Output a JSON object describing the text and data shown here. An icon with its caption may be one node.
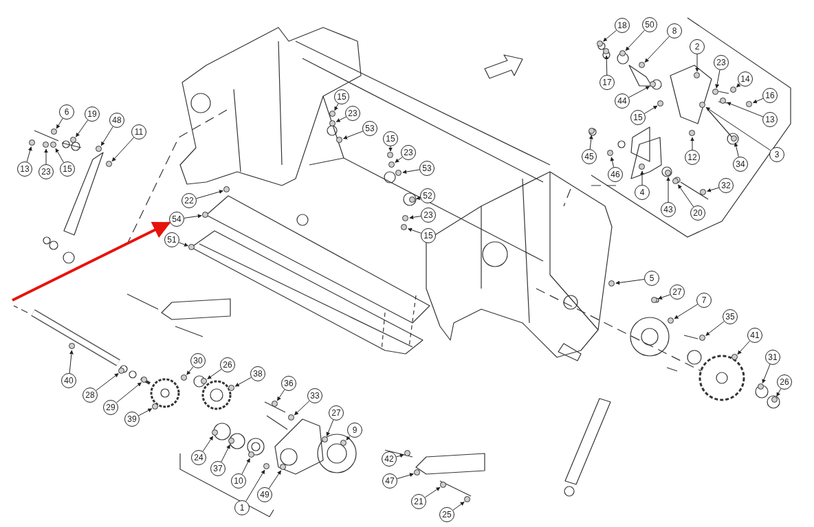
{
  "diagram": {
    "nodes": [
      {
        "text": [
          "18"
        ]
      },
      {
        "text": [
          "50"
        ]
      },
      {
        "text": [
          "8"
        ]
      },
      {
        "text": [
          "2"
        ]
      },
      {
        "text": [
          "23"
        ]
      },
      {
        "text": [
          "14"
        ]
      },
      {
        "text": [
          "16"
        ]
      },
      {
        "text": [
          "17"
        ]
      },
      {
        "text": [
          "44"
        ]
      },
      {
        "text": [
          "15"
        ]
      },
      {
        "text": [
          "13"
        ]
      },
      {
        "text": [
          "3"
        ]
      },
      {
        "text": [
          "45"
        ]
      },
      {
        "text": [
          "46"
        ]
      },
      {
        "text": [
          "4"
        ]
      },
      {
        "text": [
          "12"
        ]
      },
      {
        "text": [
          "34"
        ]
      },
      {
        "text": [
          "43"
        ]
      },
      {
        "text": [
          "20"
        ]
      },
      {
        "text": [
          "32"
        ]
      },
      {
        "text": [
          "6"
        ]
      },
      {
        "text": [
          "19"
        ]
      },
      {
        "text": [
          "48"
        ]
      },
      {
        "text": [
          "11"
        ]
      },
      {
        "text": [
          "13"
        ]
      },
      {
        "text": [
          "23"
        ]
      },
      {
        "text": [
          "15"
        ]
      },
      {
        "text": [
          "15"
        ]
      },
      {
        "text": [
          "23"
        ]
      },
      {
        "text": [
          "53"
        ]
      },
      {
        "text": [
          "15"
        ]
      },
      {
        "text": [
          "23"
        ]
      },
      {
        "text": [
          "53"
        ]
      },
      {
        "text": [
          "52"
        ]
      },
      {
        "text": [
          "23"
        ]
      },
      {
        "text": [
          "15"
        ]
      },
      {
        "text": [
          "22"
        ]
      },
      {
        "text": [
          "54"
        ]
      },
      {
        "text": [
          "51"
        ]
      },
      {
        "text": [
          "5"
        ]
      },
      {
        "text": [
          "27"
        ]
      },
      {
        "text": [
          "7"
        ]
      },
      {
        "text": [
          "35"
        ]
      },
      {
        "text": [
          "41"
        ]
      },
      {
        "text": [
          "31"
        ]
      },
      {
        "text": [
          "26"
        ]
      },
      {
        "text": [
          "40"
        ]
      },
      {
        "text": [
          "30"
        ]
      },
      {
        "text": [
          "26"
        ]
      },
      {
        "text": [
          "38"
        ]
      },
      {
        "text": [
          "28"
        ]
      },
      {
        "text": [
          "29"
        ]
      },
      {
        "text": [
          "39"
        ]
      },
      {
        "text": [
          "36"
        ]
      },
      {
        "text": [
          "33"
        ]
      },
      {
        "text": [
          "27"
        ]
      },
      {
        "text": [
          "9"
        ]
      },
      {
        "text": [
          "24"
        ]
      },
      {
        "text": [
          "37"
        ]
      },
      {
        "text": [
          "42"
        ]
      },
      {
        "text": [
          "10"
        ]
      },
      {
        "text": [
          "49"
        ]
      },
      {
        "text": [
          "47"
        ]
      },
      {
        "text": [
          "21"
        ]
      },
      {
        "text": [
          "1"
        ]
      },
      {
        "text": [
          "25"
        ]
      },
      {
        "text": [],
        "shape": "circle"
      },
      {
        "text": [],
        "shape": "circle"
      },
      {
        "text": [],
        "shape": "circle"
      },
      {
        "text": [],
        "shape": "circle"
      },
      {
        "text": [],
        "shape": "circle"
      },
      {
        "text": [],
        "shape": "circle"
      },
      {
        "text": [],
        "shape": "circle"
      },
      {
        "text": [],
        "shape": "circle"
      },
      {
        "text": [],
        "shape": "circle"
      },
      {
        "text": [],
        "shape": "circle"
      },
      {
        "text": [],
        "shape": "circle"
      },
      {
        "text": [],
        "shape": "circle"
      },
      {
        "text": [],
        "shape": "circle"
      },
      {
        "text": [],
        "shape": "circle"
      },
      {
        "text": [],
        "shape": "circle"
      },
      {
        "text": [],
        "shape": "circle"
      },
      {
        "text": [],
        "shape": "circle"
      },
      {
        "text": [],
        "shape": "circle"
      },
      {
        "text": [],
        "shape": "circle"
      },
      {
        "text": [],
        "shape": "circle"
      },
      {
        "text": [],
        "shape": "circle"
      },
      {
        "text": [],
        "shape": "circle"
      },
      {
        "text": [],
        "shape": "circle"
      },
      {
        "text": [],
        "shape": "circle"
      },
      {
        "text": [],
        "shape": "circle"
      },
      {
        "text": [],
        "shape": "circle"
      },
      {
        "text": [],
        "shape": "circle"
      },
      {
        "text": [],
        "shape": "circle"
      },
      {
        "text": [],
        "shape": "circle"
      },
      {
        "text": [],
        "shape": "circle"
      },
      {
        "text": [],
        "shape": "circle"
      },
      {
        "text": [],
        "shape": "circle"
      },
      {
        "text": [],
        "shape": "circle"
      },
      {
        "text": [],
        "shape": "circle"
      },
      {
        "text": [],
        "shape": "circle"
      },
      {
        "text": [],
        "shape": "circle"
      },
      {
        "text": [],
        "shape": "circle"
      },
      {
        "text": [],
        "shape": "circle"
      },
      {
        "text": [],
        "shape": "circle"
      },
      {
        "text": [],
        "shape": "circle"
      },
      {
        "text": [],
        "shape": "circle"
      },
      {
        "text": [],
        "shape": "circle"
      },
      {
        "text": [],
        "shape": "circle"
      },
      {
        "text": [],
        "shape": "circle"
      },
      {
        "text": [],
        "shape": "circle"
      },
      {
        "text": [],
        "shape": "circle"
      },
      {
        "text": [],
        "shape": "circle"
      },
      {
        "text": [],
        "shape": "circle"
      },
      {
        "text": [],
        "shape": "circle"
      },
      {
        "text": [],
        "shape": "circle"
      },
      {
        "text": [],
        "shape": "circle"
      },
      {
        "text": [],
        "shape": "circle"
      },
      {
        "text": [],
        "shape": "circle"
      },
      {
        "text": [],
        "shape": "circle"
      },
      {
        "text": [],
        "shape": "circle"
      },
      {
        "text": [],
        "shape": "circle"
      },
      {
        "text": [],
        "shape": "circle"
      },
      {
        "text": [],
        "shape": "circle"
      },
      {
        "text": [],
        "shape": "circle"
      },
      {
        "text": [],
        "shape": "circle"
      },
      {
        "text": [],
        "shape": "circle"
      },
      {
        "text": [],
        "shape": "circle"
      },
      {
        "text": [],
        "shape": "circle"
      },
      {
        "text": [],
        "shape": "circle"
      },
      {
        "text": [],
        "shape": "circle"
      },
      {
        "text": [],
        "shape": "circle"
      }
    ],
    "edges": [
      {
        "from": 0,
        "to": 66,
        "arrow": "to"
      },
      {
        "from": 1,
        "to": 67,
        "arrow": "to"
      },
      {
        "from": 2,
        "to": 68,
        "arrow": "to"
      },
      {
        "from": 3,
        "to": 69,
        "arrow": "to"
      },
      {
        "from": 4,
        "to": 70,
        "arrow": "to"
      },
      {
        "from": 5,
        "to": 71,
        "arrow": "to"
      },
      {
        "from": 6,
        "to": 72,
        "arrow": "to"
      },
      {
        "from": 7,
        "to": 73,
        "arrow": "to"
      },
      {
        "from": 8,
        "to": 74,
        "arrow": "to"
      },
      {
        "from": 9,
        "to": 75,
        "arrow": "to"
      },
      {
        "from": 10,
        "to": 76,
        "arrow": "to"
      },
      {
        "from": 11,
        "to": 77,
        "arrow": "to"
      },
      {
        "from": 12,
        "to": 78,
        "arrow": "to"
      },
      {
        "from": 13,
        "to": 79,
        "arrow": "to"
      },
      {
        "from": 14,
        "to": 80,
        "arrow": "to"
      },
      {
        "from": 15,
        "to": 81,
        "arrow": "to"
      },
      {
        "from": 16,
        "to": 82,
        "arrow": "to"
      },
      {
        "from": 17,
        "to": 83,
        "arrow": "to"
      },
      {
        "from": 18,
        "to": 84,
        "arrow": "to"
      },
      {
        "from": 19,
        "to": 85,
        "arrow": "to"
      },
      {
        "from": 20,
        "to": 86,
        "arrow": "to"
      },
      {
        "from": 21,
        "to": 87,
        "arrow": "to"
      },
      {
        "from": 22,
        "to": 88,
        "arrow": "to"
      },
      {
        "from": 23,
        "to": 89,
        "arrow": "to"
      },
      {
        "from": 24,
        "to": 90,
        "arrow": "to"
      },
      {
        "from": 25,
        "to": 91,
        "arrow": "to"
      },
      {
        "from": 26,
        "to": 92,
        "arrow": "to"
      },
      {
        "from": 27,
        "to": 93,
        "arrow": "to"
      },
      {
        "from": 28,
        "to": 94,
        "arrow": "to"
      },
      {
        "from": 29,
        "to": 95,
        "arrow": "to"
      },
      {
        "from": 30,
        "to": 96,
        "arrow": "to"
      },
      {
        "from": 31,
        "to": 97,
        "arrow": "to"
      },
      {
        "from": 32,
        "to": 98,
        "arrow": "to"
      },
      {
        "from": 33,
        "to": 99,
        "arrow": "to"
      },
      {
        "from": 34,
        "to": 100,
        "arrow": "to"
      },
      {
        "from": 35,
        "to": 101,
        "arrow": "to"
      },
      {
        "from": 36,
        "to": 102,
        "arrow": "to"
      },
      {
        "from": 37,
        "to": 103,
        "arrow": "to"
      },
      {
        "from": 38,
        "to": 104,
        "arrow": "to"
      },
      {
        "from": 39,
        "to": 105,
        "arrow": "to"
      },
      {
        "from": 40,
        "to": 106,
        "arrow": "to"
      },
      {
        "from": 41,
        "to": 107,
        "arrow": "to"
      },
      {
        "from": 42,
        "to": 108,
        "arrow": "to"
      },
      {
        "from": 43,
        "to": 109,
        "arrow": "to"
      },
      {
        "from": 44,
        "to": 110,
        "arrow": "to"
      },
      {
        "from": 45,
        "to": 111,
        "arrow": "to"
      },
      {
        "from": 46,
        "to": 112,
        "arrow": "to"
      },
      {
        "from": 47,
        "to": 113,
        "arrow": "to"
      },
      {
        "from": 48,
        "to": 114,
        "arrow": "to"
      },
      {
        "from": 49,
        "to": 115,
        "arrow": "to"
      },
      {
        "from": 50,
        "to": 116,
        "arrow": "to"
      },
      {
        "from": 51,
        "to": 117,
        "arrow": "to"
      },
      {
        "from": 52,
        "to": 118,
        "arrow": "to"
      },
      {
        "from": 53,
        "to": 119,
        "arrow": "to"
      },
      {
        "from": 54,
        "to": 120,
        "arrow": "to"
      },
      {
        "from": 55,
        "to": 121,
        "arrow": "to"
      },
      {
        "from": 56,
        "to": 122,
        "arrow": "to"
      },
      {
        "from": 57,
        "to": 123,
        "arrow": "to"
      },
      {
        "from": 58,
        "to": 124,
        "arrow": "to"
      },
      {
        "from": 59,
        "to": 125,
        "arrow": "to"
      },
      {
        "from": 60,
        "to": 126,
        "arrow": "to"
      },
      {
        "from": 61,
        "to": 127,
        "arrow": "to"
      },
      {
        "from": 62,
        "to": 128,
        "arrow": "to"
      },
      {
        "from": 63,
        "to": 129,
        "arrow": "to"
      },
      {
        "from": 64,
        "to": 130,
        "arrow": "to"
      },
      {
        "from": 65,
        "to": 131,
        "arrow": "to"
      },
      {
        "from": null,
        "to": 37,
        "arrow": "to",
        "style": "thick",
        "color": "#e8120c"
      }
    ]
  }
}
